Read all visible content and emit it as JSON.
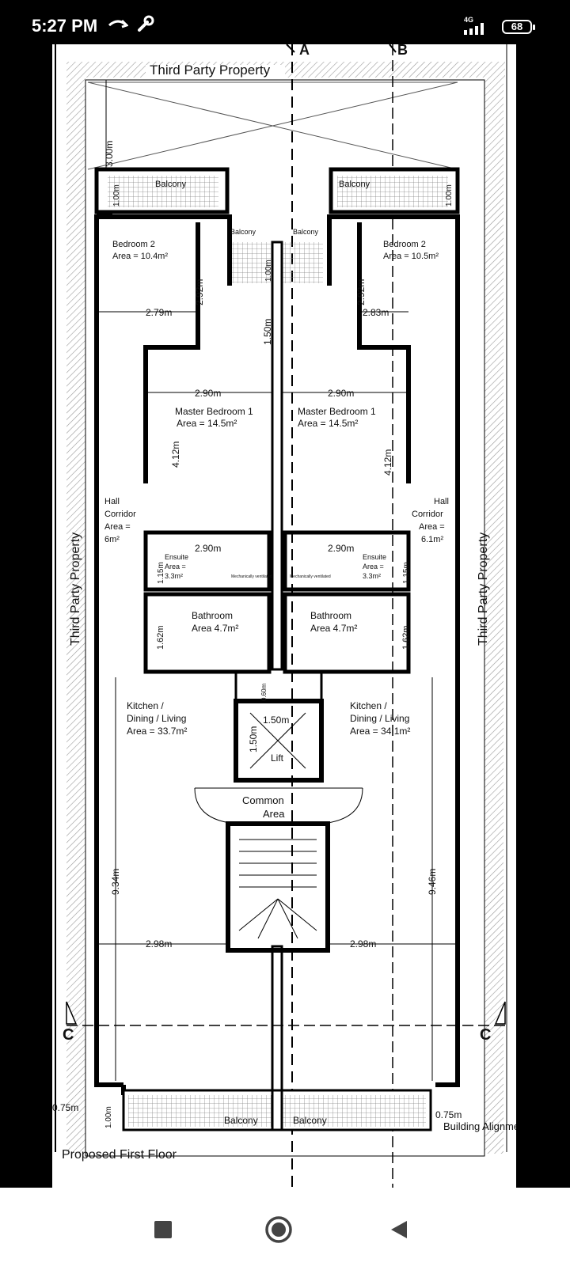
{
  "status_bar": {
    "time": "5:27 PM",
    "network": "4G",
    "battery": "68",
    "icons": [
      "missed-call-icon",
      "wrench-icon",
      "signal-icon",
      "battery-icon"
    ]
  },
  "plan": {
    "title": "Proposed First Floor",
    "top_label": "Third Party Property",
    "left_label": "Third Party Property",
    "right_label": "Third Party Property",
    "section_a": "A",
    "section_b": "B",
    "section_c": "C",
    "building_alignment": "Building Alignment",
    "rooms": {
      "balcony_top_left": "Balcony",
      "balcony_top_right": "Balcony",
      "balcony_mid_left": "Balcony",
      "balcony_mid_right": "Balcony",
      "balcony_bottom_left": "Balcony",
      "balcony_bottom_right": "Balcony",
      "bedroom2_left_name": "Bedroom 2",
      "bedroom2_left_area": "Area = 10.4m²",
      "bedroom2_right_name": "Bedroom 2",
      "bedroom2_right_area": "Area = 10.5m²",
      "master_left_name": "Master Bedroom 1",
      "master_left_area": "Area = 14.5m²",
      "master_right_name": "Master Bedroom 1",
      "master_right_area": "Area = 14.5m²",
      "hall_left_1": "Hall",
      "hall_left_2": "Corridor",
      "hall_left_3": "Area =",
      "hall_left_4": "6m²",
      "hall_right_1": "Hall",
      "hall_right_2": "Corridor",
      "hall_right_3": "Area =",
      "hall_right_4": "6.1m²",
      "ensuite_left_1": "Ensuite",
      "ensuite_left_2": "Area =",
      "ensuite_left_3": "3.3m²",
      "ensuite_right_1": "Ensuite",
      "ensuite_right_2": "Area =",
      "ensuite_right_3": "3.3m²",
      "mech_left": "Mechanically ventilated",
      "mech_right": "Mechanically ventilated",
      "bath_left_name": "Bathroom",
      "bath_left_area": "Area 4.7m²",
      "bath_right_name": "Bathroom",
      "bath_right_area": "Area 4.7m²",
      "kitchen_left_1": "Kitchen /",
      "kitchen_left_2": "Dining / Living",
      "kitchen_left_3": "Area = 33.7m²",
      "kitchen_right_1": "Kitchen /",
      "kitchen_right_2": "Dining / Living",
      "kitchen_right_3": "Area = 34.1m²",
      "lift": "Lift",
      "common_1": "Common",
      "common_2": "Area"
    },
    "dims": {
      "d300": "3.00m",
      "d100_tl": "1.00m",
      "d100_tr": "1.00m",
      "d100_mid": "1.00m",
      "d292_l": "2.92m",
      "d292_r": "2.92m",
      "d279": "2.79m",
      "d283": "2.83m",
      "d150": "1.50m",
      "d290_l": "2.90m",
      "d290_r": "2.90m",
      "d412_l": "4.12m",
      "d412_r": "4.12m",
      "d290_el": "2.90m",
      "d290_er": "2.90m",
      "d115_l": "1.15m",
      "d115_r": "1.15m",
      "d162_l": "1.62m",
      "d162_r": "1.62m",
      "d060": "0.60m",
      "d150_lift_h": "1.50m",
      "d150_lift_v": "1.50m",
      "d934": "9.34m",
      "d946": "9.46m",
      "d298_l": "2.98m",
      "d298_r": "2.98m",
      "d075_l": "0.75m",
      "d075_r": "0.75m",
      "d100_bl": "1.00m"
    }
  },
  "nav_bar": {
    "icons": [
      "recents-square-icon",
      "home-circle-icon",
      "back-triangle-icon"
    ]
  }
}
